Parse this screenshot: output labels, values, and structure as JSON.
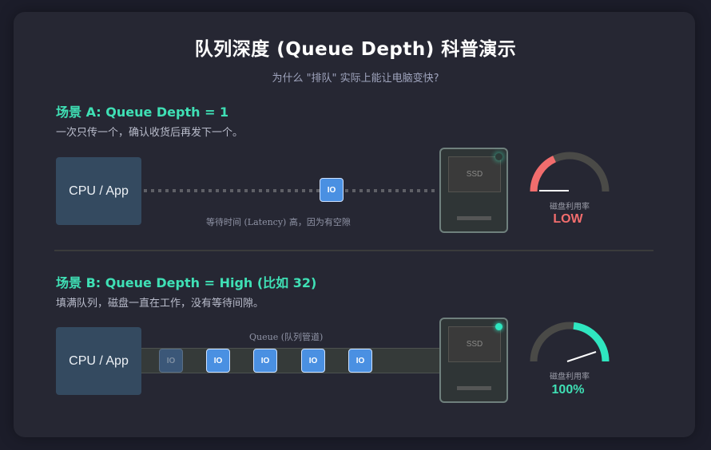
{
  "header": {
    "title": "队列深度 (Queue Depth) 科普演示",
    "subtitle": "为什么 \"排队\" 实际上能让电脑变快?"
  },
  "colors": {
    "accent_teal": "#3fe0b5",
    "low_red": "#f26d6d",
    "io_blue": "#4a90e2",
    "background": "#262733"
  },
  "scenario_a": {
    "title": "场景 A: Queue Depth = 1",
    "description": "一次只传一个，确认收货后再发下一个。",
    "cpu_label": "CPU / App",
    "io_label": "IO",
    "caption": "等待时间 (Latency) 高，因为有空隙",
    "ssd_label": "SSD",
    "gauge_label": "磁盘利用率",
    "gauge_value": "LOW",
    "gauge_color": "#f26d6d",
    "led_state": "off"
  },
  "scenario_b": {
    "title": "场景 B: Queue Depth = High (比如 32)",
    "description": "填满队列，磁盘一直在工作，没有等待间隙。",
    "cpu_label": "CPU / App",
    "queue_label": "Queue (队列管道)",
    "io_items": [
      {
        "label": "IO",
        "state": "faded"
      },
      {
        "label": "IO",
        "state": "active"
      },
      {
        "label": "IO",
        "state": "active"
      },
      {
        "label": "IO",
        "state": "active"
      },
      {
        "label": "IO",
        "state": "active"
      }
    ],
    "ssd_label": "SSD",
    "gauge_label": "磁盘利用率",
    "gauge_value": "100%",
    "gauge_color": "#3fe0b5",
    "led_state": "on"
  }
}
